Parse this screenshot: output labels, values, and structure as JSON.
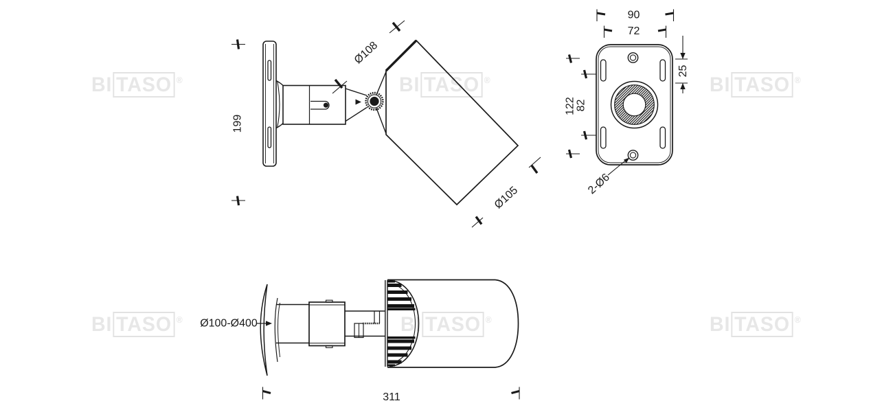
{
  "watermark": {
    "prefix": "BI",
    "boxed": "TASO",
    "registered": "®"
  },
  "dimensions": {
    "side": {
      "plate_height": "199",
      "head_diameter": "Ø108",
      "front_diameter": "Ø105"
    },
    "back_plate": {
      "outer_width": "90",
      "inner_width": "72",
      "slot_length": "25",
      "outer_height": "122",
      "inner_height": "82",
      "screw_holes": "2-Ø6"
    },
    "bottom": {
      "mount_range": "Ø100-Ø400",
      "overall_length": "311"
    }
  }
}
